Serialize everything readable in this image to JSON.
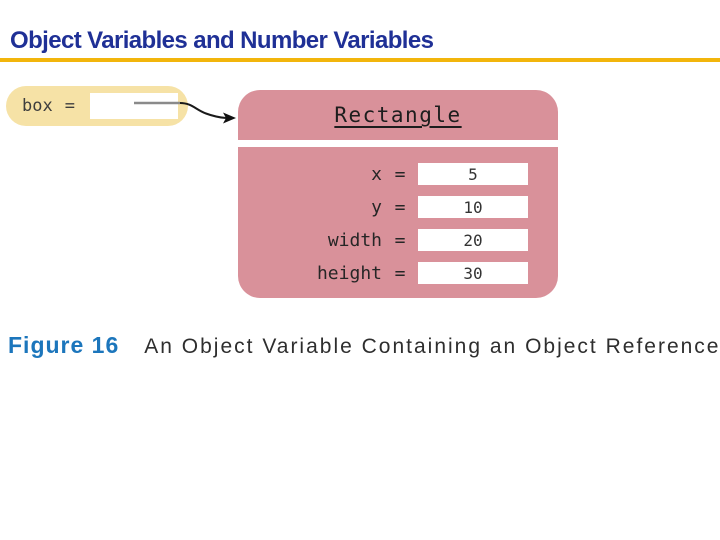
{
  "header": {
    "title": "Object Variables and Number Variables"
  },
  "equals": "=",
  "diagram": {
    "variable": {
      "name": "box"
    },
    "object": {
      "class_name": "Rectangle",
      "fields": [
        {
          "name": "x",
          "value": "5"
        },
        {
          "name": "y",
          "value": "10"
        },
        {
          "name": "width",
          "value": "20"
        },
        {
          "name": "height",
          "value": "30"
        }
      ]
    },
    "colors": {
      "pill_background": "#f6e2a6",
      "card_background": "#d9919a",
      "title_rule": "#f2b50c",
      "title_text": "#1f3096",
      "figure_label": "#1c76bc"
    }
  },
  "caption": {
    "figure_label": "Figure 16",
    "text": "An Object Variable Containing an Object Reference"
  }
}
